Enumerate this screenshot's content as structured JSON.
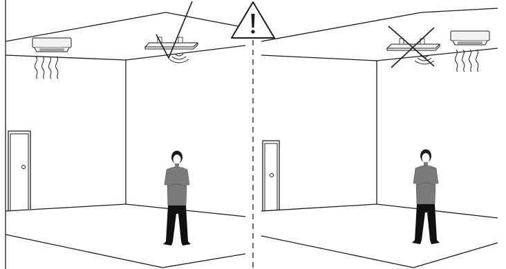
{
  "diagram": {
    "warning_symbol": "warning-triangle-icon",
    "panels": [
      {
        "name": "left-room",
        "heater_position": "wall-side",
        "person_position": "center",
        "placement_mark": "check-mark-icon",
        "verdict": "correct"
      },
      {
        "name": "right-room",
        "heater_position": "center",
        "person_position": "center",
        "placement_mark": "cross-mark-icon",
        "verdict": "incorrect"
      }
    ],
    "colors": {
      "line": "#1a1a1a",
      "shirt": "#7a7a7a",
      "device": "#f2f2f2",
      "background": "#ffffff"
    }
  }
}
